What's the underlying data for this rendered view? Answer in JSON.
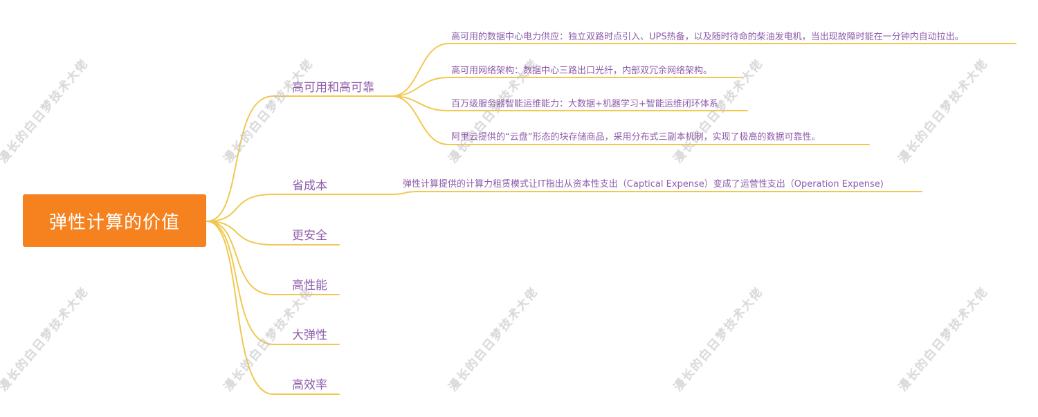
{
  "mindmap": {
    "root": {
      "label": "弹性计算的价值"
    },
    "branches": [
      {
        "label": "高可用和高可靠",
        "children": [
          {
            "label": "高可用的数据中心电力供应：独立双路时点引入、UPS热备，以及随时待命的柴油发电机，当出现故障时能在一分钟内自动拉出。"
          },
          {
            "label": "高可用网络架构：数据中心三路出口光纤，内部双冗余网络架构。"
          },
          {
            "label": "百万级服务器智能运维能力：大数据+机器学习+智能运维闭环体系"
          },
          {
            "label": "阿里云提供的“云盘”形态的块存储商品，采用分布式三副本机制，实现了极高的数据可靠性。"
          }
        ]
      },
      {
        "label": "省成本",
        "children": [
          {
            "label": "弹性计算提供的计算力租赁模式让IT指出从资本性支出（Captical Expense）变成了运营性支出（Operation Expense)"
          }
        ]
      },
      {
        "label": "更安全",
        "children": []
      },
      {
        "label": "高性能",
        "children": []
      },
      {
        "label": "大弹性",
        "children": []
      },
      {
        "label": "高效率",
        "children": []
      }
    ]
  },
  "colors": {
    "root_fill": "#f5821f",
    "root_text": "#ffffff",
    "node_text": "#8e5bab",
    "connector": "#f0c850"
  },
  "watermark": {
    "text": "漫长的白日梦技术大佬"
  }
}
